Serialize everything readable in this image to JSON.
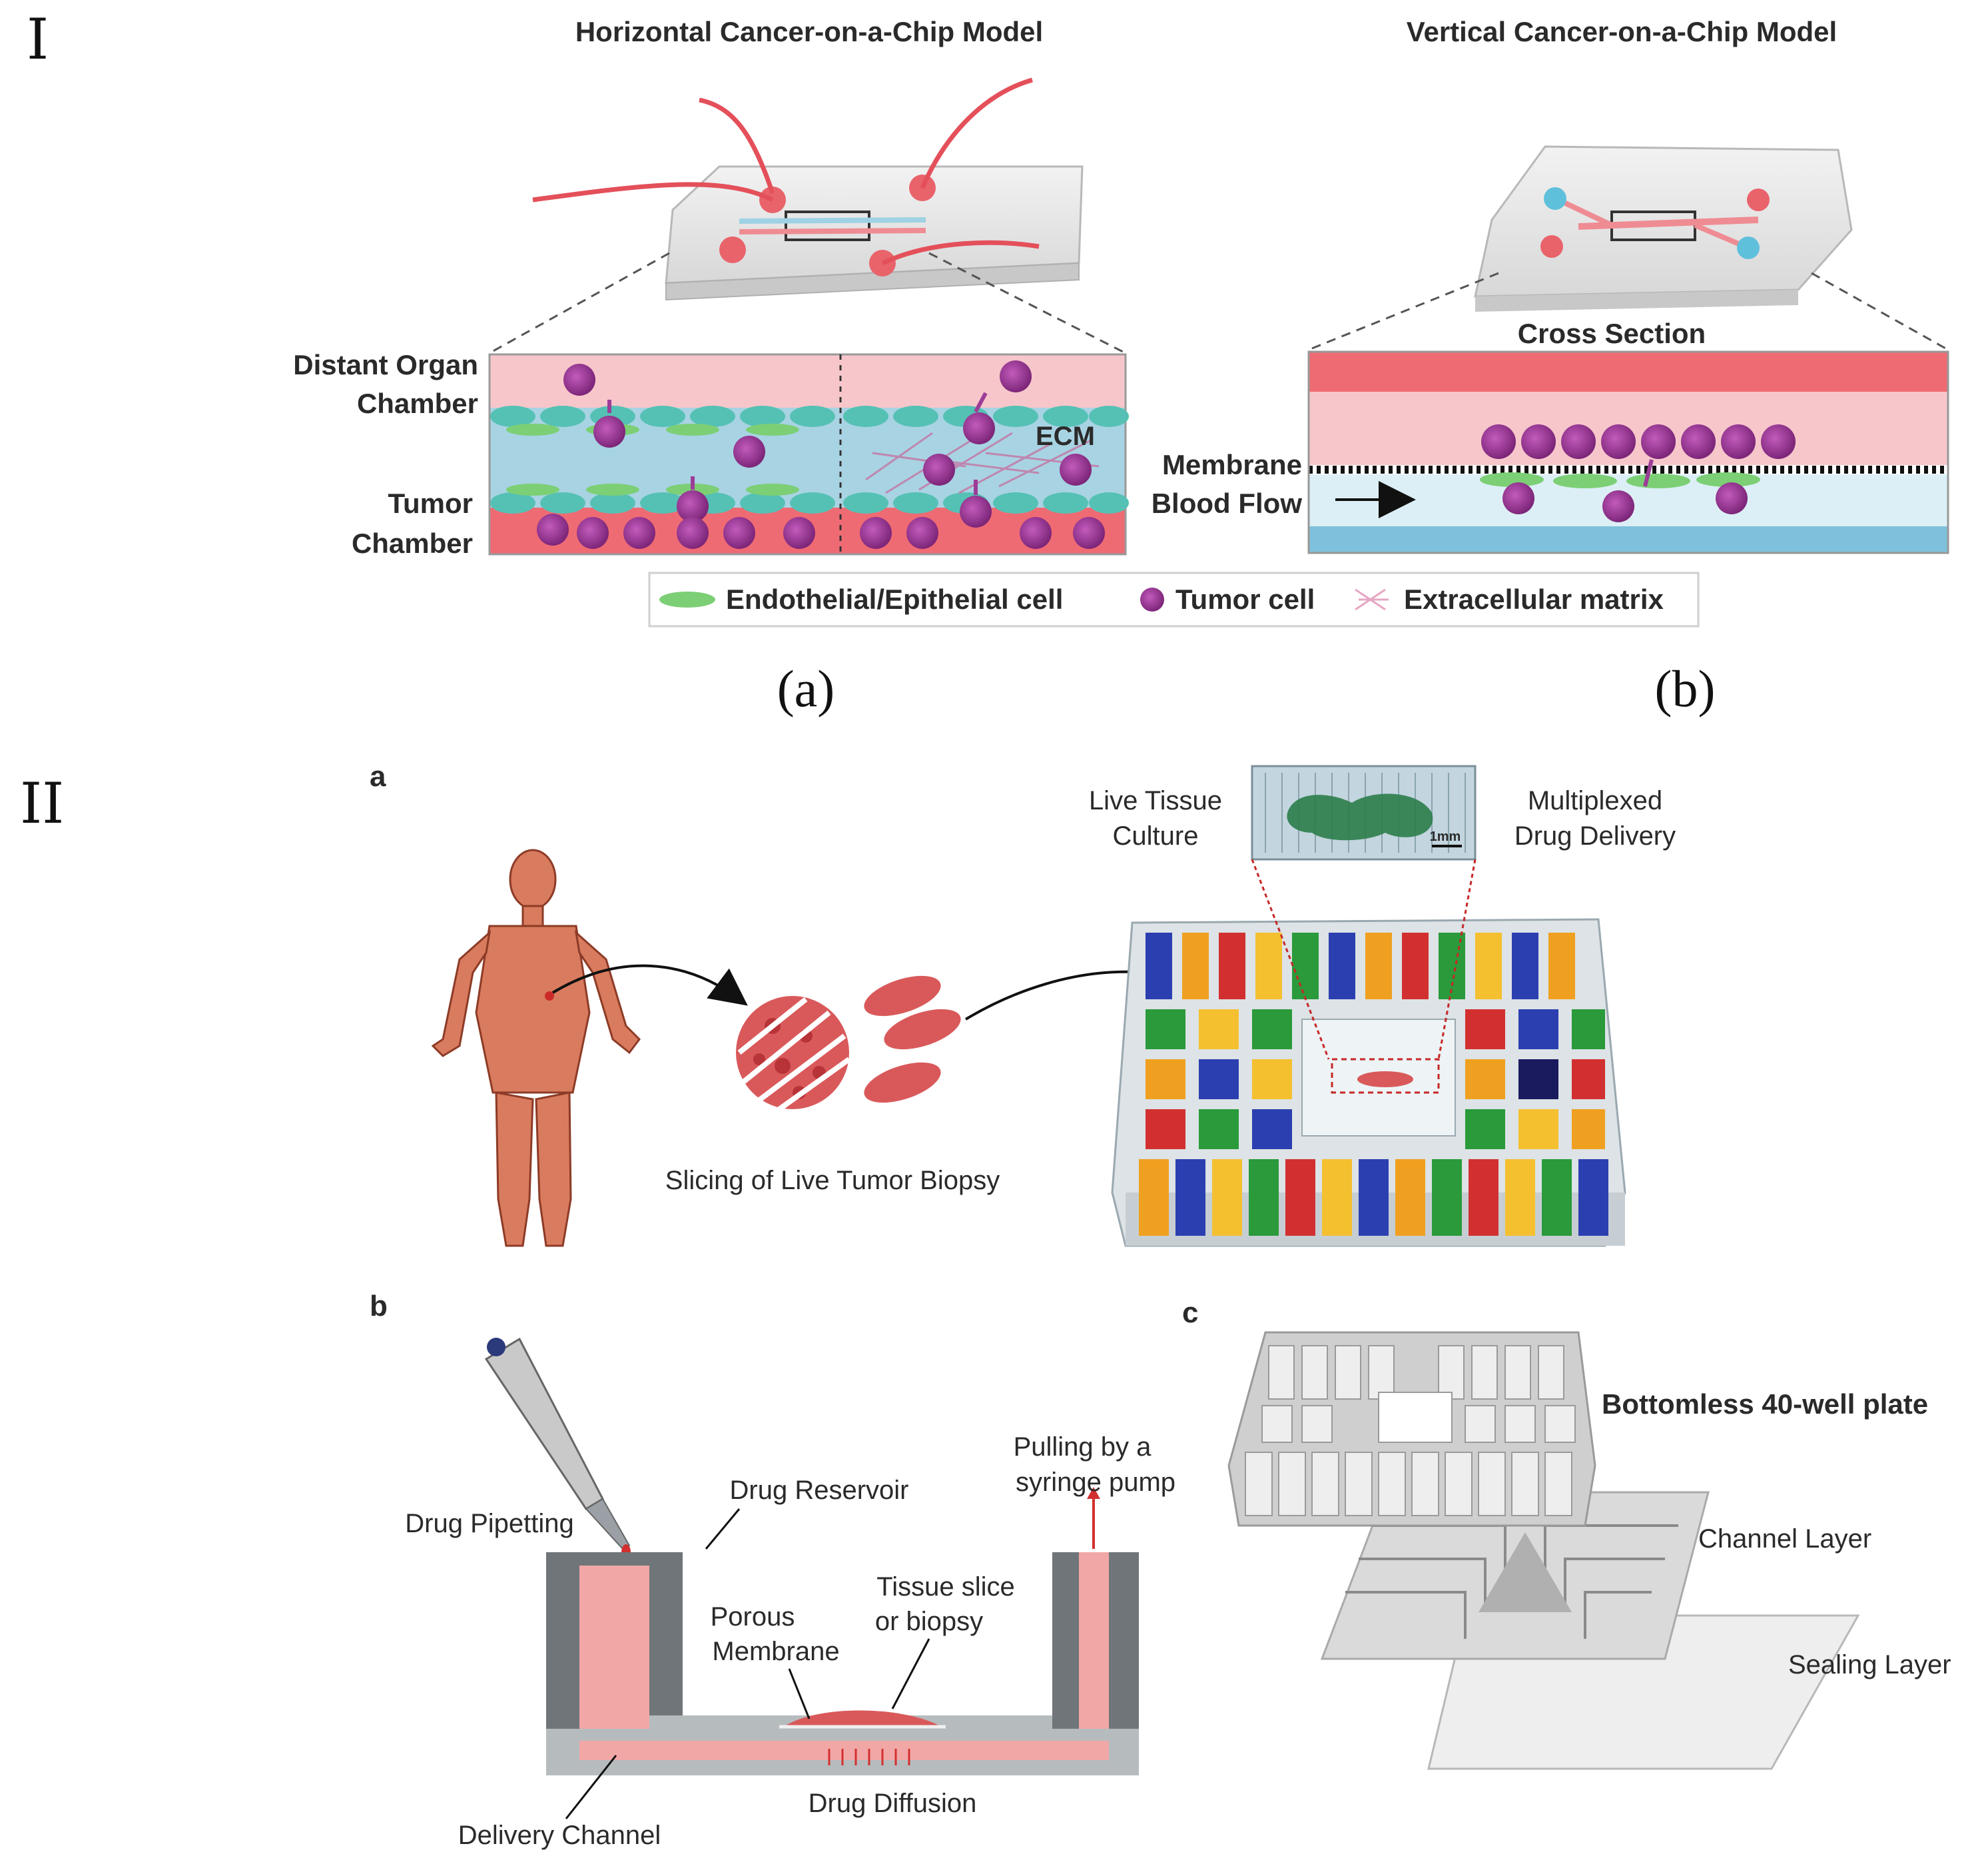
{
  "panel_I": {
    "roman": "I",
    "horizontal": {
      "title": "Horizontal Cancer-on-a-Chip Model",
      "label_distant_1": "Distant Organ",
      "label_distant_2": "Chamber",
      "label_tumor_1": "Tumor",
      "label_tumor_2": "Chamber",
      "label_ecm": "ECM",
      "caption": "(a)"
    },
    "vertical": {
      "title": "Vertical Cancer-on-a-Chip Model",
      "cross_section": "Cross Section",
      "label_membrane": "Membrane",
      "label_blood_flow": "Blood Flow",
      "caption": "(b)"
    },
    "legend": {
      "endothelial": "Endothelial/Epithelial  cell",
      "tumor": "Tumor cell",
      "ecm": "Extracellular matrix"
    },
    "colors": {
      "pink": "#f7c6cb",
      "red": "#e9636b",
      "blue": "#a8d3e3",
      "teal": "#55c1b4",
      "green": "#7ccf75",
      "purple": "#9c3d97"
    }
  },
  "panel_II": {
    "roman": "II",
    "a": {
      "letter": "a",
      "slicing": "Slicing of Live Tumor Biopsy",
      "live_tissue_1": "Live Tissue",
      "live_tissue_2": "Culture",
      "multiplexed_1": "Multiplexed",
      "multiplexed_2": "Drug Delivery",
      "scale": "1mm"
    },
    "b": {
      "letter": "b",
      "drug_pipetting": "Drug Pipetting",
      "drug_reservoir": "Drug Reservoir",
      "pulling_1": "Pulling by a",
      "pulling_2": "syringe pump",
      "porous_1": "Porous",
      "porous_2": "Membrane",
      "tissue_1": "Tissue slice",
      "tissue_2": "or biopsy",
      "delivery_channel": "Delivery Channel",
      "drug_diffusion": "Drug Diffusion"
    },
    "c": {
      "letter": "c",
      "bottomless": "Bottomless 40-well plate",
      "channel_layer": "Channel Layer",
      "sealing_layer": "Sealing Layer"
    }
  }
}
